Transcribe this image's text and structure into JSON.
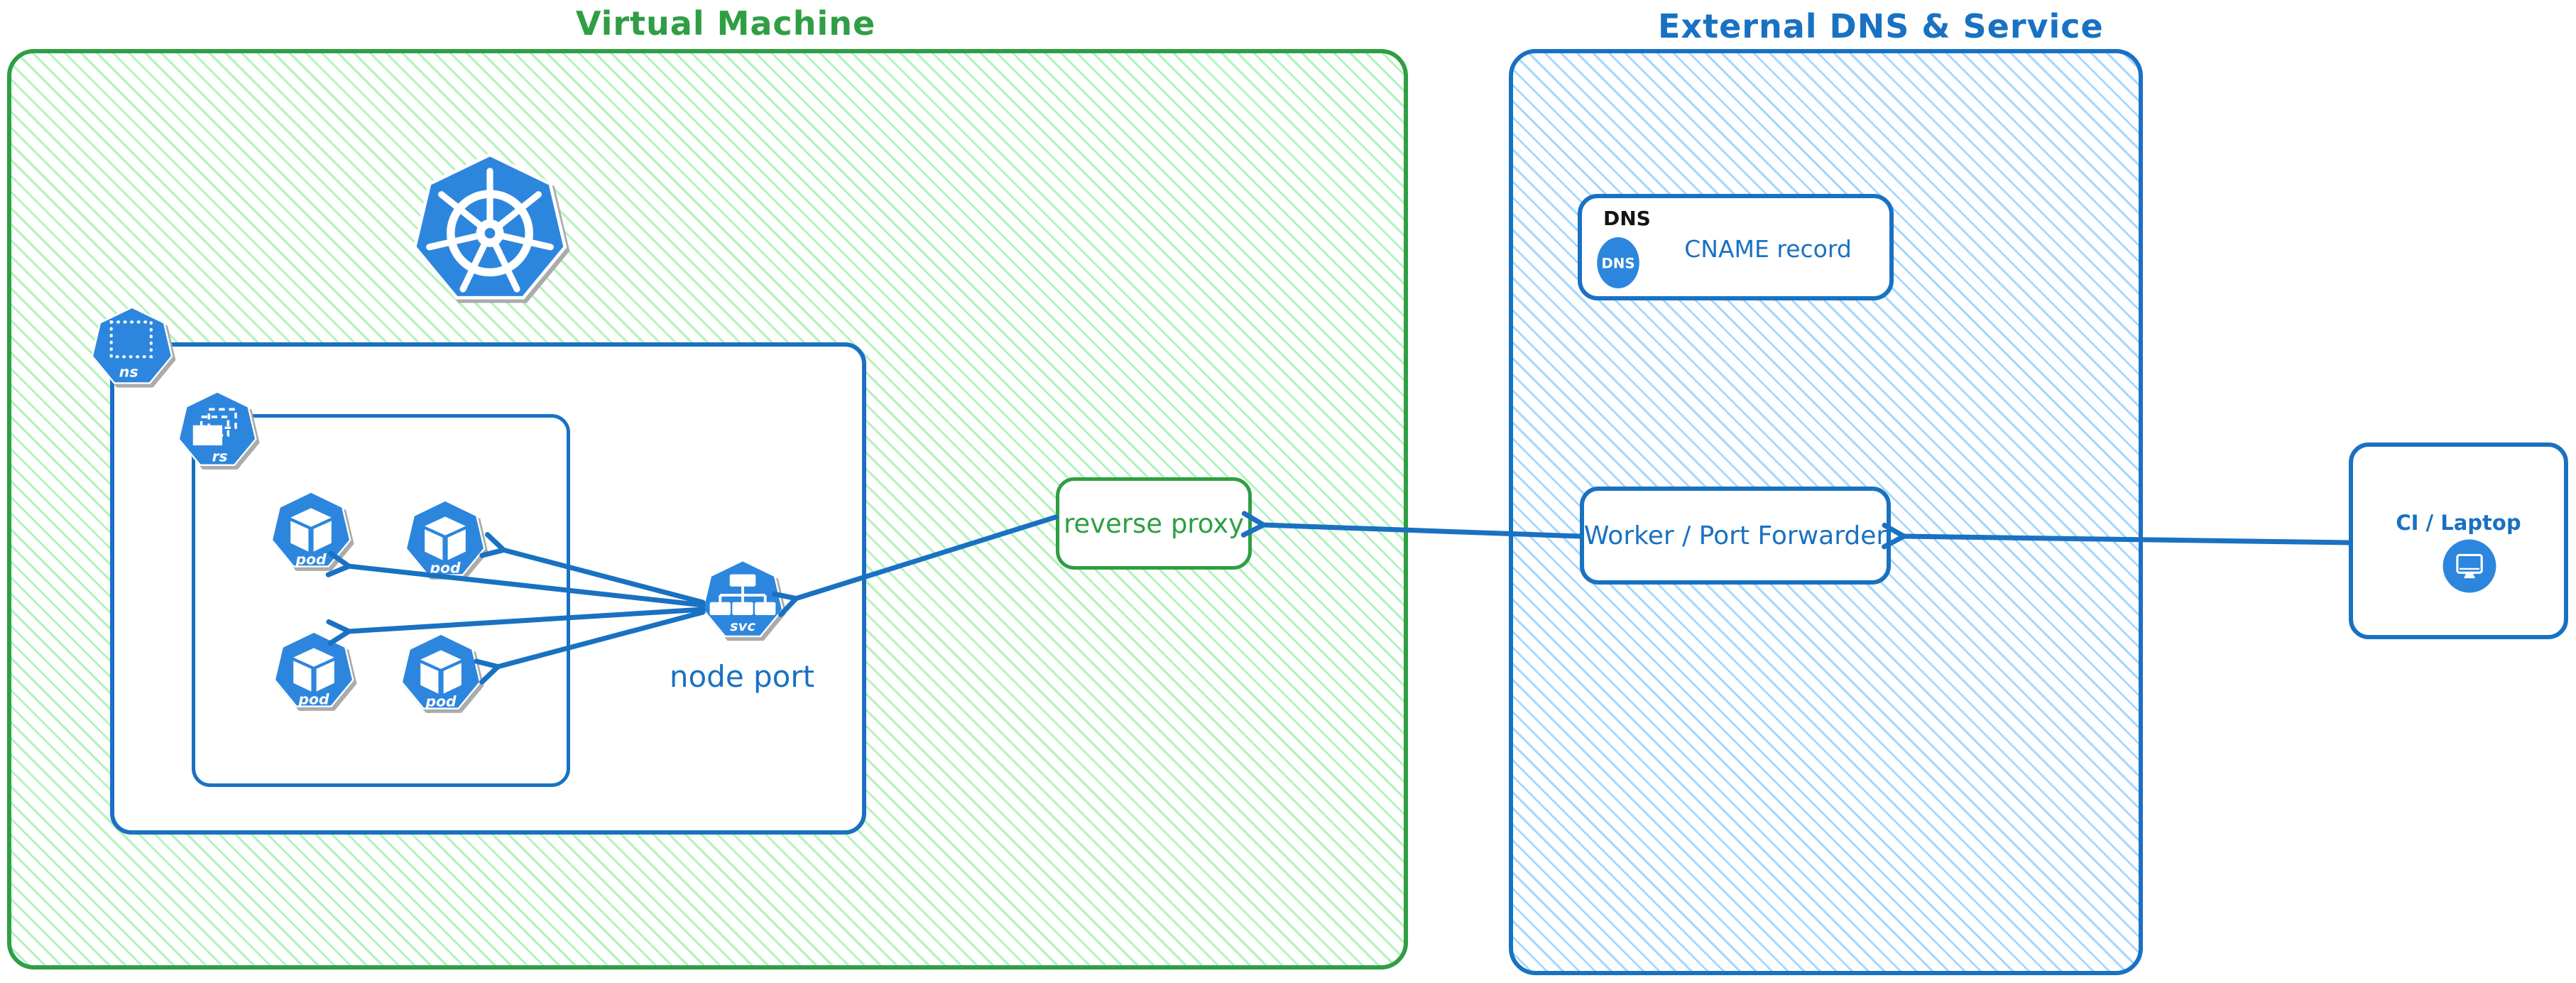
{
  "colors": {
    "green_stroke": "#2f9e44",
    "green_hatch": "#b2f2bb",
    "blue_stroke": "#1971c2",
    "blue_hatch": "#a5d8ff",
    "icon_blue": "#2d86de",
    "dns_tag_black": "#151515"
  },
  "vm": {
    "title": "Virtual Machine",
    "kubernetes_icon": "kubernetes-wheel-icon",
    "namespace": {
      "icon_label": "ns"
    },
    "replicaset": {
      "icon_label": "rs"
    },
    "pods": [
      {
        "label": "pod"
      },
      {
        "label": "pod"
      },
      {
        "label": "pod"
      },
      {
        "label": "pod"
      }
    ],
    "service": {
      "icon_label": "svc",
      "caption": "node port"
    },
    "reverse_proxy": {
      "label": "reverse proxy"
    }
  },
  "external": {
    "title": "External DNS & Service",
    "dns_card": {
      "tag": "DNS",
      "badge": "DNS",
      "label": "CNAME record"
    },
    "worker": {
      "label": "Worker / Port Forwarder"
    }
  },
  "client": {
    "label": "CI / Laptop",
    "icon": "monitor-icon"
  }
}
